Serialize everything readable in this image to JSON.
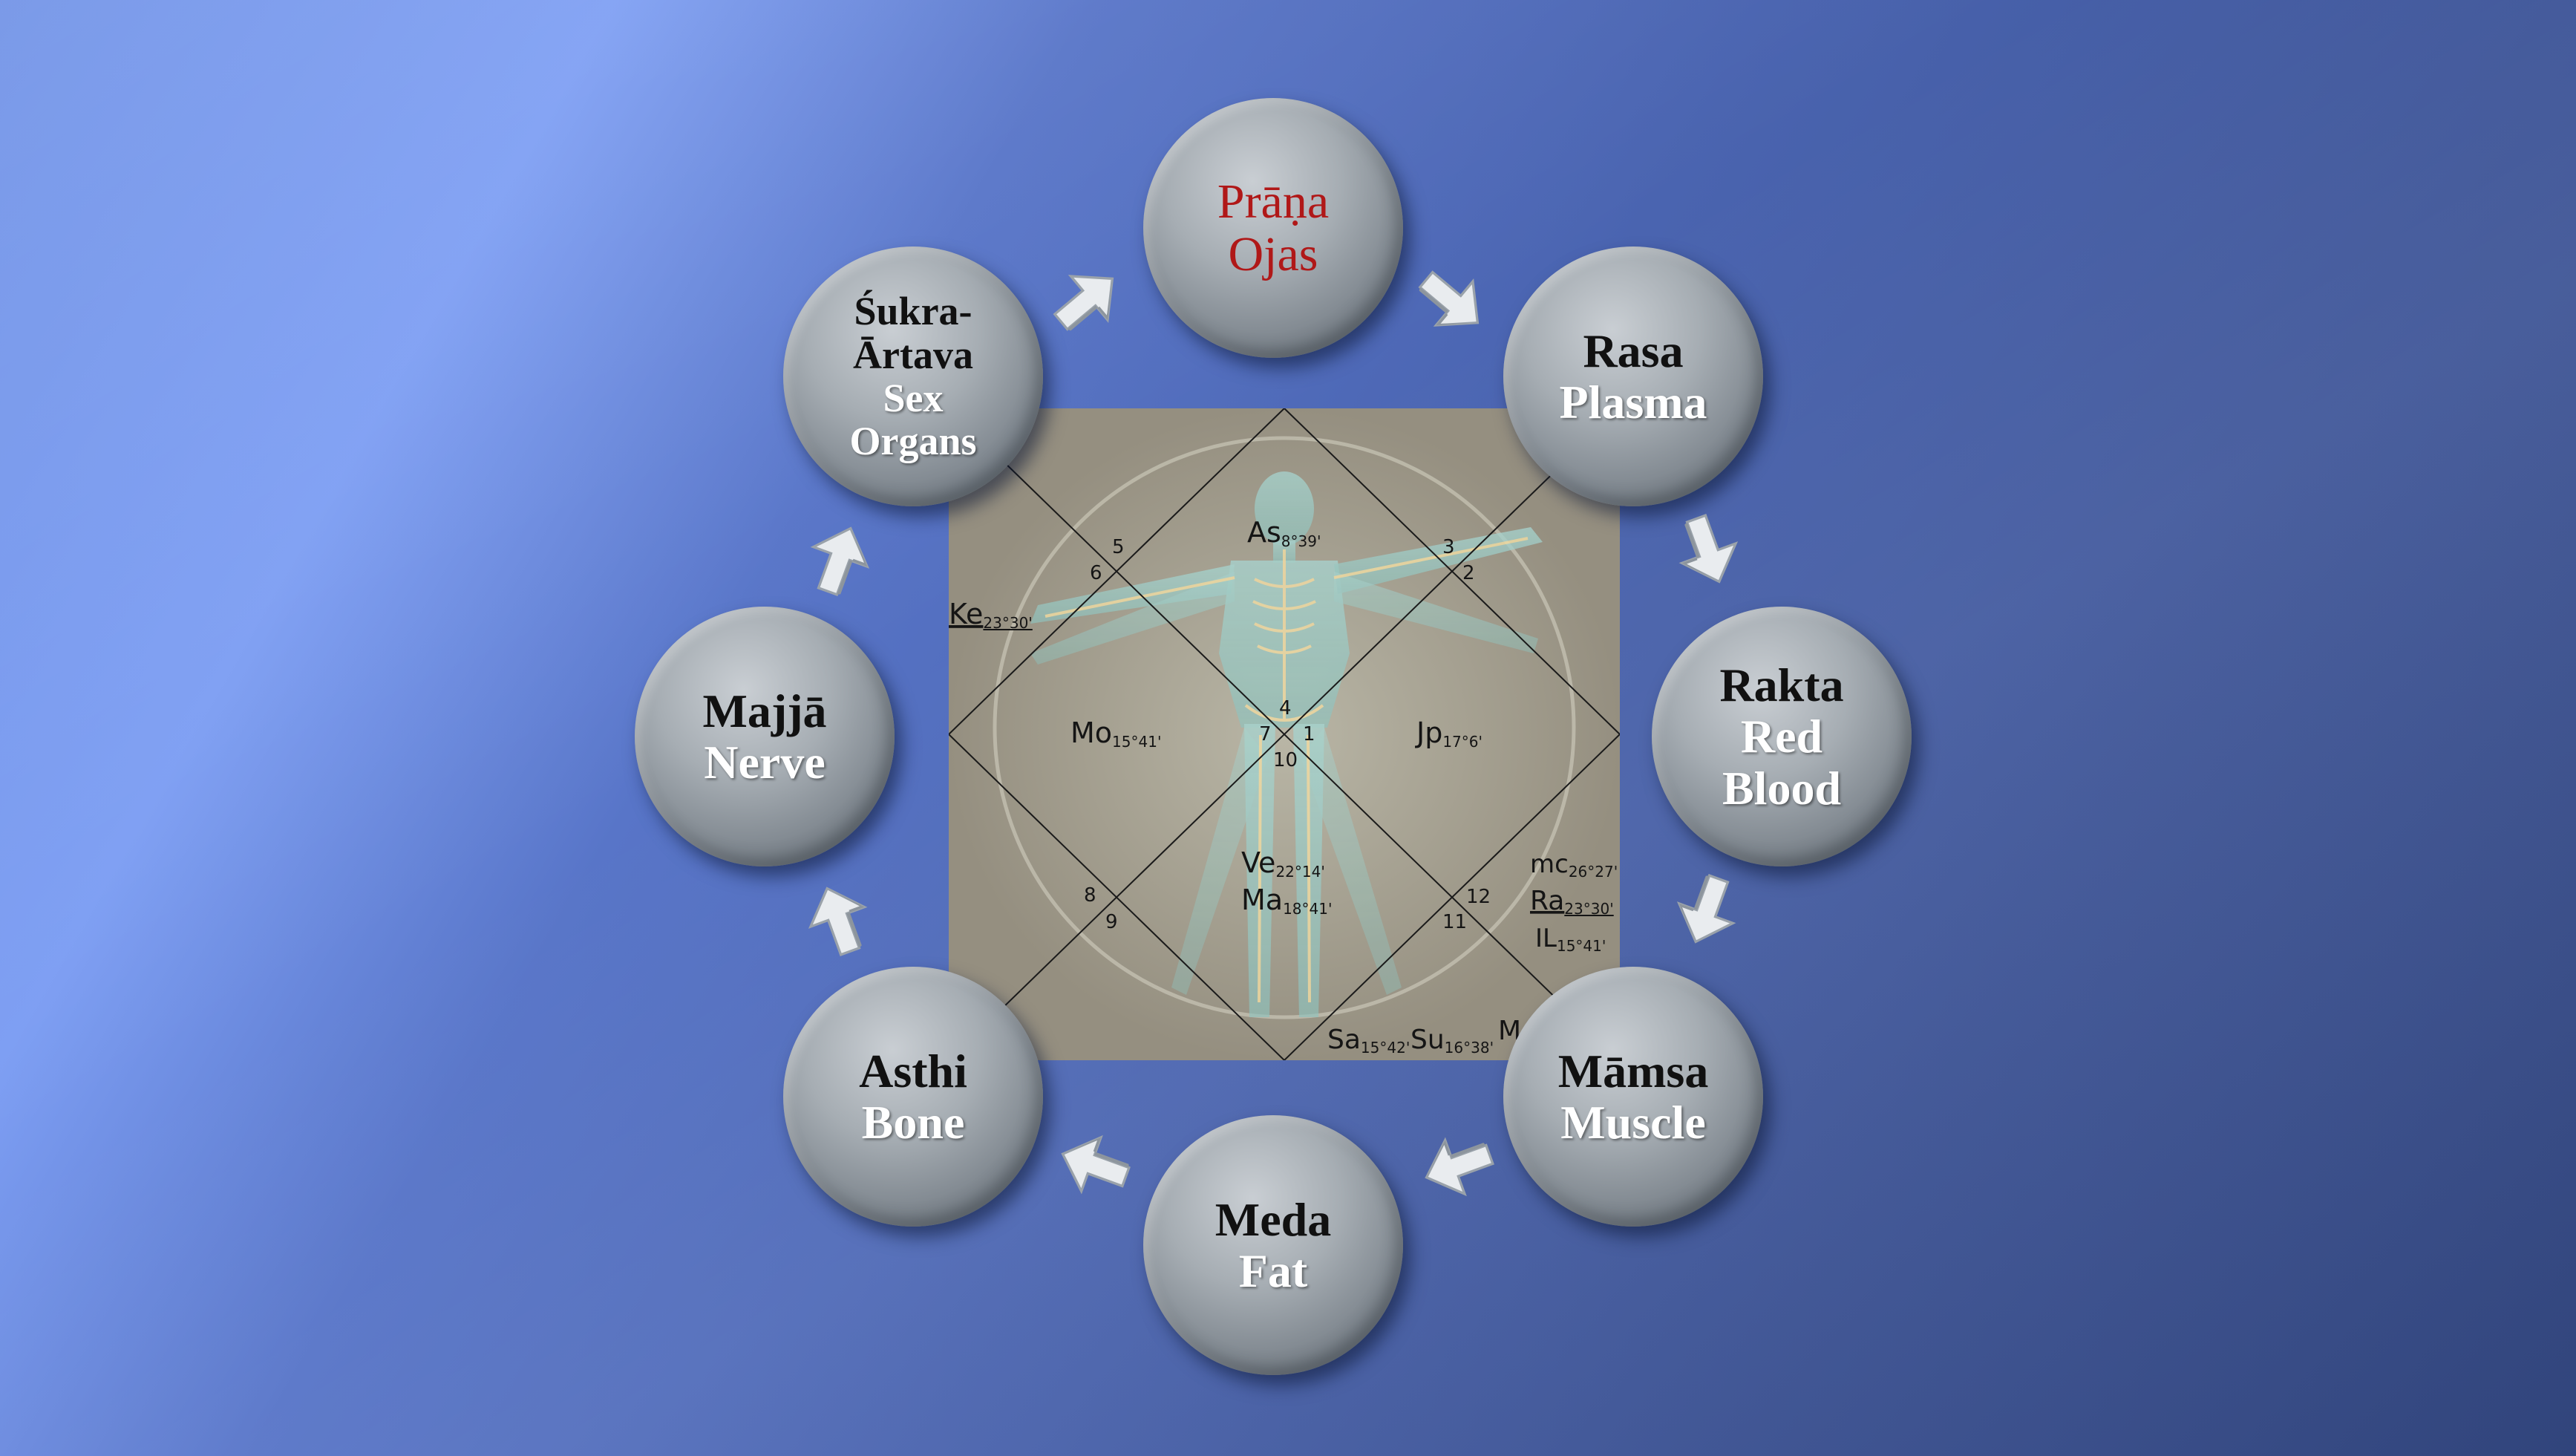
{
  "nodes": {
    "prana": {
      "line1": "Prāṇa",
      "line2": "Ojas"
    },
    "rasa": {
      "line1": "Rasa",
      "line2": "Plasma"
    },
    "rakta": {
      "line1": "Rakta",
      "line2": "Red",
      "line3": "Blood"
    },
    "mamsa": {
      "line1": "Māmsa",
      "line2": "Muscle"
    },
    "meda": {
      "line1": "Meda",
      "line2": "Fat"
    },
    "asthi": {
      "line1": "Asthi",
      "line2": "Bone"
    },
    "majja": {
      "line1": "Majjā",
      "line2": "Nerve"
    },
    "sukra": {
      "line1": "Śukra-",
      "line2": "Ārtava",
      "line3": "Sex",
      "line4": "Organs"
    }
  },
  "chart": {
    "houses": {
      "h1": "1",
      "h2": "2",
      "h3": "3",
      "h4": "4",
      "h5": "5",
      "h6": "6",
      "h7": "7",
      "h8": "8",
      "h9": "9",
      "h10": "10",
      "h11": "11",
      "h12": "12"
    },
    "planets": {
      "as": {
        "name": "As",
        "deg": "8°39'"
      },
      "ke": {
        "name": "Ke",
        "deg": "23°30'"
      },
      "mo": {
        "name": "Mo",
        "deg": "15°41'"
      },
      "jp": {
        "name": "Jp",
        "deg": "17°6'"
      },
      "ve": {
        "name": "Ve",
        "deg": "22°14'"
      },
      "ma": {
        "name": "Ma",
        "deg": "18°41'"
      },
      "mc": {
        "name": "mc",
        "deg": "26°27'"
      },
      "ra": {
        "name": "Ra",
        "deg": "23°30'"
      },
      "il": {
        "name": "IL",
        "deg": "15°41'"
      },
      "sa": {
        "name": "Sa",
        "deg": "15°42'"
      },
      "su": {
        "name": "Su",
        "deg": "16°38'"
      },
      "me": {
        "name": "M"
      }
    }
  },
  "colors": {
    "accent_red": "#b01818",
    "node_gray": "#9aa1a8",
    "chart_bg": "#9c998b"
  }
}
